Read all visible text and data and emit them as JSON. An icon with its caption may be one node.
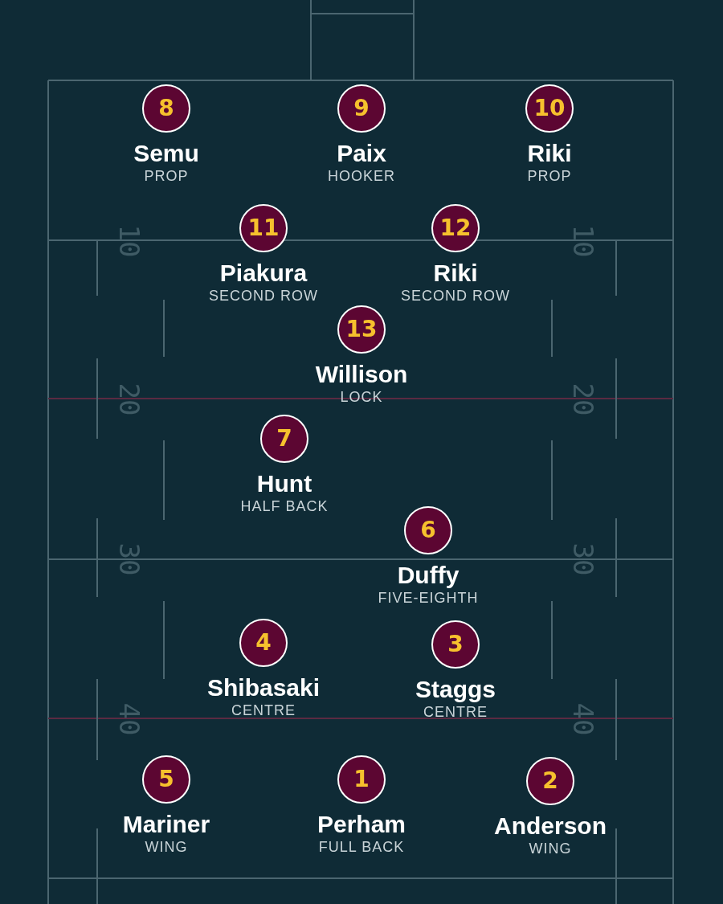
{
  "diagram": {
    "nodes": [
      {
        "text": [
          "8"
        ],
        "beside": [
          "Semu",
          "PROP"
        ]
      },
      {
        "text": [
          "9"
        ],
        "beside": [
          "Paix",
          "HOOKER"
        ]
      },
      {
        "text": [
          "10"
        ],
        "beside": [
          "Riki",
          "PROP"
        ]
      },
      {
        "text": [
          "11"
        ],
        "beside": [
          "Piakura",
          "SECOND ROW"
        ]
      },
      {
        "text": [
          "12"
        ],
        "beside": [
          "Riki",
          "SECOND ROW"
        ]
      },
      {
        "text": [
          "13"
        ],
        "beside": [
          "Willison",
          "LOCK"
        ]
      },
      {
        "text": [
          "7"
        ],
        "beside": [
          "Hunt",
          "HALF BACK"
        ]
      },
      {
        "text": [
          "6"
        ],
        "beside": [
          "Duffy",
          "FIVE-EIGHTH"
        ]
      },
      {
        "text": [
          "4"
        ],
        "beside": [
          "Shibasaki",
          "CENTRE"
        ]
      },
      {
        "text": [
          "3"
        ],
        "beside": [
          "Staggs",
          "CENTRE"
        ]
      },
      {
        "text": [
          "5"
        ],
        "beside": [
          "Mariner",
          "WING"
        ]
      },
      {
        "text": [
          "1"
        ],
        "beside": [
          "Perham",
          "FULL BACK"
        ]
      },
      {
        "text": [
          "2"
        ],
        "beside": [
          "Anderson",
          "WING"
        ]
      }
    ],
    "labels": [
      "10",
      "10",
      "20",
      "20",
      "30",
      "30",
      "40",
      "40"
    ]
  }
}
